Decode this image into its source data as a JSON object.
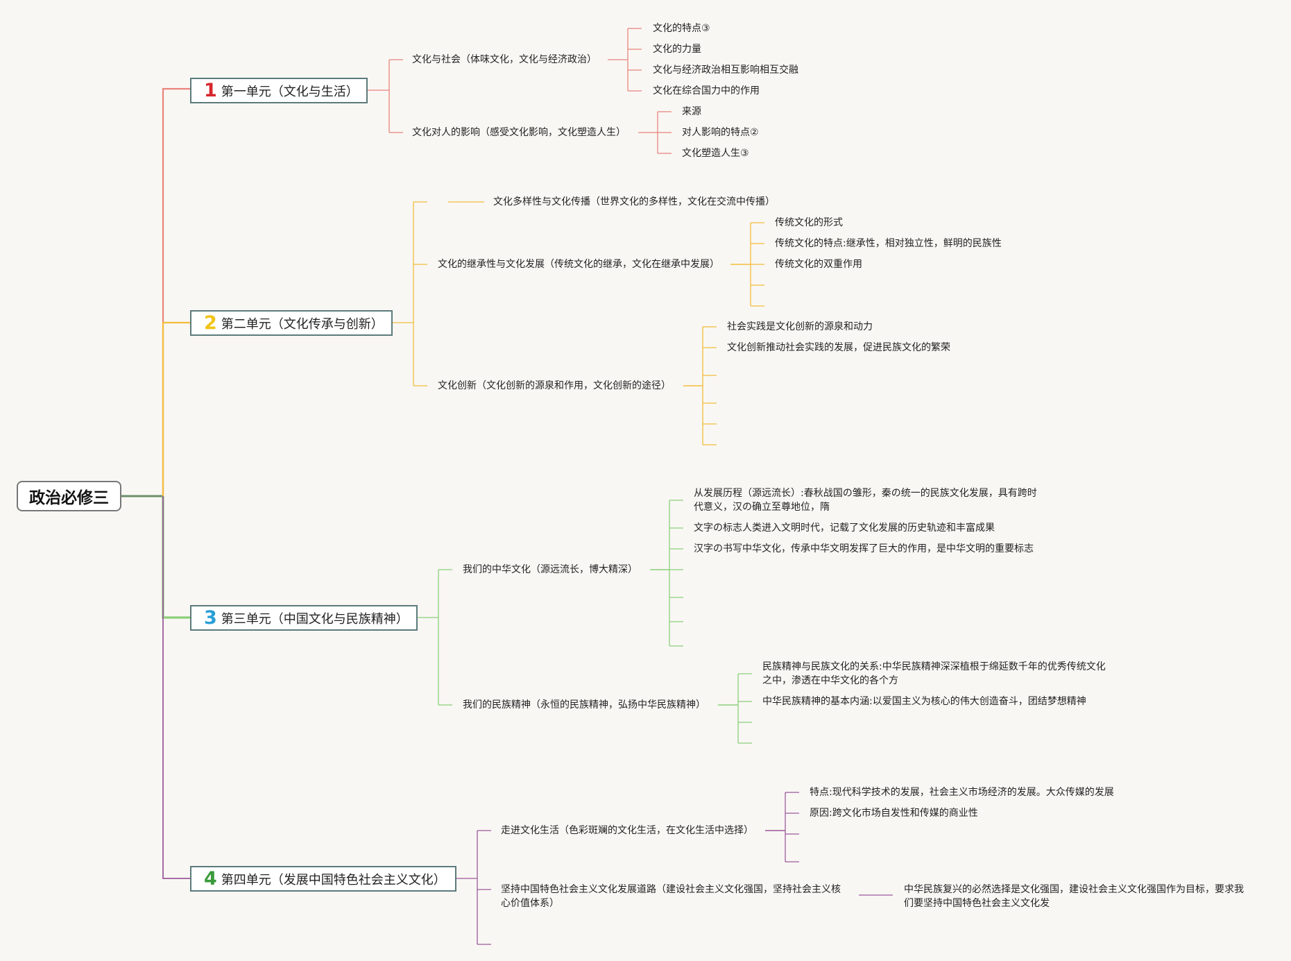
{
  "root": {
    "label": "政治必修三"
  },
  "units": [
    {
      "num": "1",
      "label": "第一单元（文化与生活）",
      "color": "#e0443e",
      "topics": [
        {
          "label": "文化与社会（体味文化，文化与经济政治）",
          "items": [
            "文化的特点③",
            "文化的力量",
            "文化与经济政治相互影响相互交融",
            "文化在综合国力中的作用"
          ]
        },
        {
          "label": "文化对人的影响（感受文化影响，文化塑造人生）",
          "items": [
            "来源",
            "对人影响的特点②",
            "文化塑造人生③"
          ]
        }
      ]
    },
    {
      "num": "2",
      "label": "第二单元（文化传承与创新）",
      "color": "#f0c419",
      "topics": [
        {
          "label": "文化多样性与文化传播（世界文化的多样性，文化在交流中传播）",
          "items": []
        },
        {
          "label": "文化的继承性与文化发展（传统文化的继承，文化在继承中发展）",
          "items": [
            "传统文化的形式",
            "传统文化的特点:继承性，相对独立性，鲜明的民族性",
            "传统文化的双重作用"
          ]
        },
        {
          "label": "文化创新（文化创新的源泉和作用，文化创新的途径）",
          "items": [
            "社会实践是文化创新的源泉和动力",
            "文化创新推动社会实践的发展，促进民族文化的繁荣"
          ]
        }
      ]
    },
    {
      "num": "3",
      "label": "第三单元（中国文化与民族精神）",
      "color": "#2a9fd6",
      "topics": [
        {
          "label": "我们的中华文化（源远流长，博大精深）",
          "items": [
            "从发展历程（源远流长）:春秋战国の雏形，秦の统一的民族文化发展，具有跨时代意义，汉の确立至尊地位，隋",
            "文字の标志人类进入文明时代，记载了文化发展的历史轨迹和丰富成果",
            "汉字の书写中华文化，传承中华文明发挥了巨大的作用，是中华文明的重要标志"
          ]
        },
        {
          "label": "我们的民族精神（永恒的民族精神，弘扬中华民族精神）",
          "items": [
            "民族精神与民族文化的关系:中华民族精神深深植根于绵延数千年的优秀传统文化之中，渗透在中华文化的各个方",
            "中华民族精神的基本内涵:以爱国主义为核心的伟大创造奋斗，团结梦想精神"
          ]
        }
      ]
    },
    {
      "num": "4",
      "label": "第四单元（发展中国特色社会主义文化）",
      "color": "#3a9a3a",
      "topics": [
        {
          "label": "走进文化生活（色彩斑斓的文化生活，在文化生活中选择）",
          "items": [
            "特点:现代科学技术的发展，社会主义市场经济的发展。大众传媒的发展",
            "原因:跨文化市场自发性和传媒的商业性"
          ]
        },
        {
          "label": "坚持中国特色社会主义文化发展道路（建设社会主义文化强国，坚持社会主义核心价值体系）",
          "items": [
            "中华民族复兴的必然选择是文化强国，建设社会主义文化强国作为目标，要求我们要坚持中国特色社会主义文化发"
          ]
        }
      ]
    }
  ],
  "colors": {
    "branch_red": "#e8837b",
    "branch_yellow": "#f2bd3a",
    "branch_green": "#8ccf7a",
    "branch_purple": "#9a5a9a"
  }
}
